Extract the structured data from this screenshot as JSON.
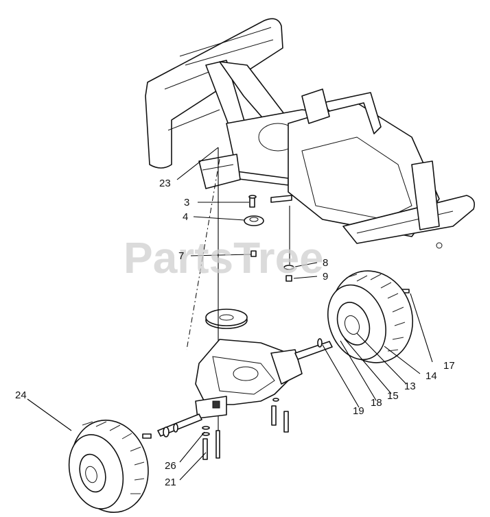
{
  "watermark": "PartsTree",
  "callouts": [
    {
      "id": "23",
      "label": "23"
    },
    {
      "id": "3",
      "label": "3"
    },
    {
      "id": "4",
      "label": "4"
    },
    {
      "id": "7",
      "label": "7"
    },
    {
      "id": "8",
      "label": "8"
    },
    {
      "id": "9",
      "label": "9"
    },
    {
      "id": "17",
      "label": "17"
    },
    {
      "id": "14",
      "label": "14"
    },
    {
      "id": "13",
      "label": "13"
    },
    {
      "id": "15",
      "label": "15"
    },
    {
      "id": "18",
      "label": "18"
    },
    {
      "id": "19",
      "label": "19"
    },
    {
      "id": "24",
      "label": "24"
    },
    {
      "id": "26",
      "label": "26"
    },
    {
      "id": "21",
      "label": "21"
    }
  ]
}
